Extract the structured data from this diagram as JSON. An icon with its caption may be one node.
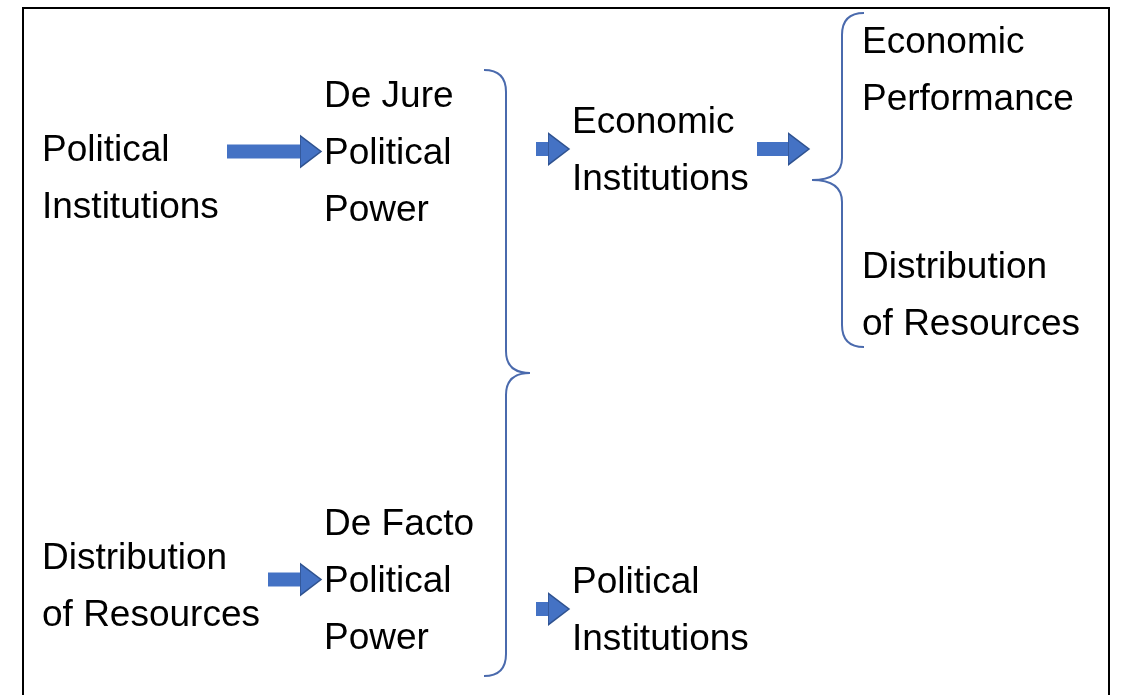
{
  "diagram": {
    "nodes": [
      {
        "text": [
          "Political Institutions"
        ]
      },
      {
        "text": [
          "De Jure Political Power"
        ]
      },
      {
        "text": [
          "Economic Institutions"
        ]
      },
      {
        "text": [
          "Economic Performance"
        ]
      },
      {
        "text": [
          "Distribution of Resources"
        ]
      },
      {
        "text": [
          "Distribution of Resources"
        ]
      },
      {
        "text": [
          "De Facto Political Power"
        ]
      },
      {
        "text": [
          "Political Institutions"
        ]
      },
      {
        "text": [],
        "shape": "bracket"
      },
      {
        "text": [],
        "shape": "bracket"
      }
    ],
    "edges": [
      {
        "from": 0,
        "to": 1,
        "arrow": "to"
      },
      {
        "from": 5,
        "to": 6,
        "arrow": "to"
      },
      {
        "from": 8,
        "to": 2,
        "arrow": "to"
      },
      {
        "from": 8,
        "to": 7,
        "arrow": "to"
      },
      {
        "from": 2,
        "to": 9,
        "arrow": "to"
      }
    ]
  }
}
